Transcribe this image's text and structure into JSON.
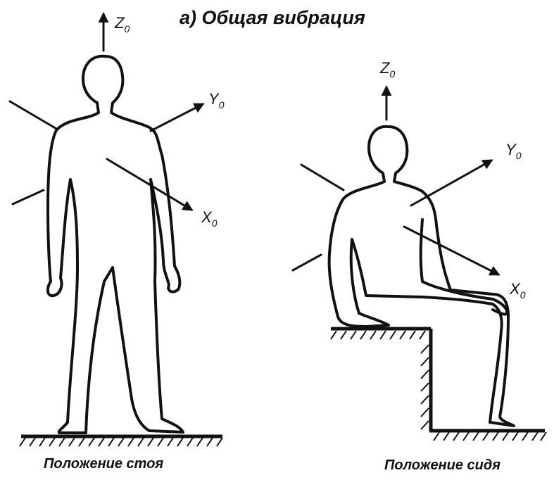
{
  "title": "а) Общая вибрация",
  "standing": {
    "caption": "Положение стоя",
    "axes": [
      {
        "letter": "Z",
        "sub": "0"
      },
      {
        "letter": "Y",
        "sub": "0"
      },
      {
        "letter": "X",
        "sub": "0"
      }
    ]
  },
  "sitting": {
    "caption": "Положение сидя",
    "axes": [
      {
        "letter": "Z",
        "sub": "0"
      },
      {
        "letter": "Y",
        "sub": "0"
      },
      {
        "letter": "X",
        "sub": "0"
      }
    ]
  }
}
